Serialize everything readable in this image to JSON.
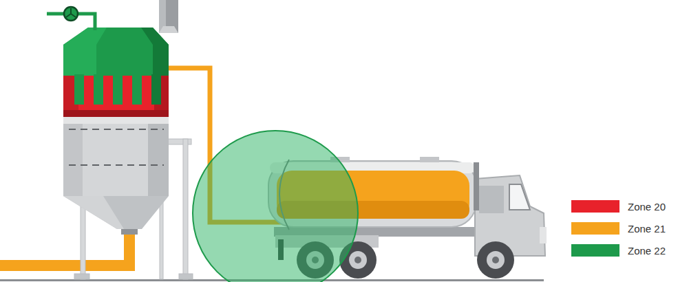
{
  "diagram": {
    "legend": [
      {
        "text": "Zone 20",
        "color": "#e8222b"
      },
      {
        "text": "Zone 21",
        "color": "#f5a31d"
      },
      {
        "text": "Zone 22",
        "color": "#1d9a4b"
      }
    ]
  }
}
